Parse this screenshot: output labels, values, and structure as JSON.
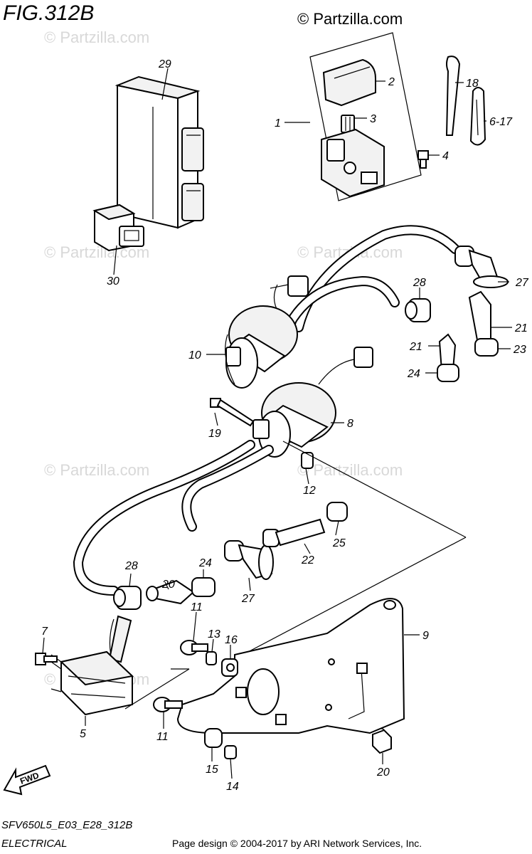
{
  "figure": {
    "title": "FIG.312B",
    "copyright": "© Partzilla.com",
    "watermark": "© Partzilla.com",
    "code": "SFV650L5_E03_E28_312B",
    "description": "ELECTRICAL",
    "credit": "Page design © 2004-2017 by ARI Network Services, Inc."
  },
  "callouts": [
    "1",
    "2",
    "3",
    "4",
    "5",
    "6-17",
    "7",
    "8",
    "9",
    "10",
    "11",
    "11",
    "12",
    "13",
    "14",
    "15",
    "16",
    "18",
    "19",
    "20",
    "21",
    "21",
    "22",
    "23",
    "24",
    "24",
    "25",
    "26",
    "27",
    "27",
    "28",
    "28",
    "29",
    "30"
  ],
  "fwd_label": "FWD"
}
